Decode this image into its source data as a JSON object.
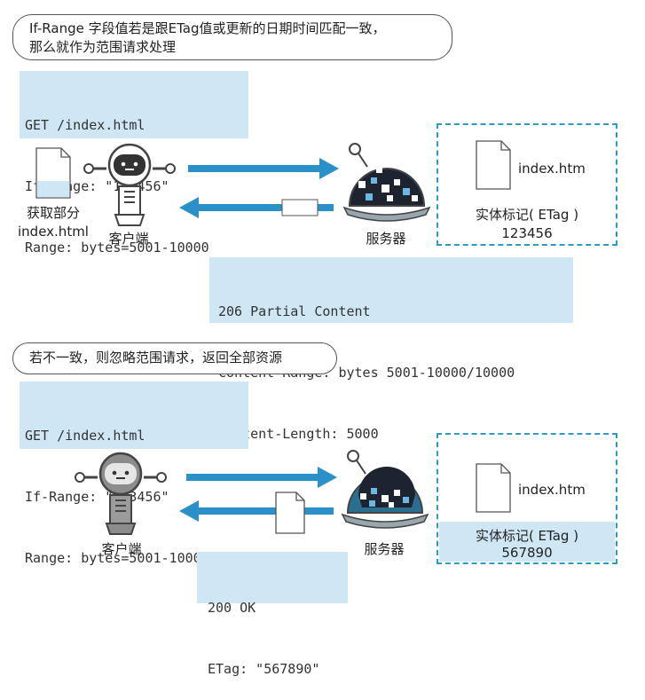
{
  "scenario1": {
    "note_line1": "If-Range 字段值若是跟ETag值或更新的日期时间匹配一致，",
    "note_line2": "那么就作为范围请求处理",
    "request_lines": [
      "GET /index.html",
      "If-Range: \"123456\"",
      "Range: bytes=5001-10000"
    ],
    "client_caption_line1": "获取部分",
    "client_caption_line2": "index.html",
    "client_label": "客户端",
    "server_label": "服务器",
    "resource_file": "index.htm",
    "entity_tag_label": "实体标记( ETag )",
    "entity_tag_value": "123456",
    "response_lines": [
      "206 Partial Content",
      "Content-Range: bytes 5001-10000/10000",
      "Content-Length: 5000"
    ]
  },
  "scenario2": {
    "note": "若不一致，则忽略范围请求，返回全部资源",
    "request_lines": [
      "GET /index.html",
      "If-Range: \"123456\"",
      "Range: bytes=5001-10000"
    ],
    "client_label": "客户端",
    "server_label": "服务器",
    "resource_file": "index.htm",
    "entity_tag_label": "实体标记( ETag )",
    "entity_tag_value": "567890",
    "response_lines": [
      "200 OK",
      "ETag: \"567890\""
    ]
  },
  "colors": {
    "arrow": "#2b8fc8",
    "code_background": "#cfe7f5",
    "dashed_border": "#2e9ac7",
    "highlight_band": "#cfe7f5"
  }
}
